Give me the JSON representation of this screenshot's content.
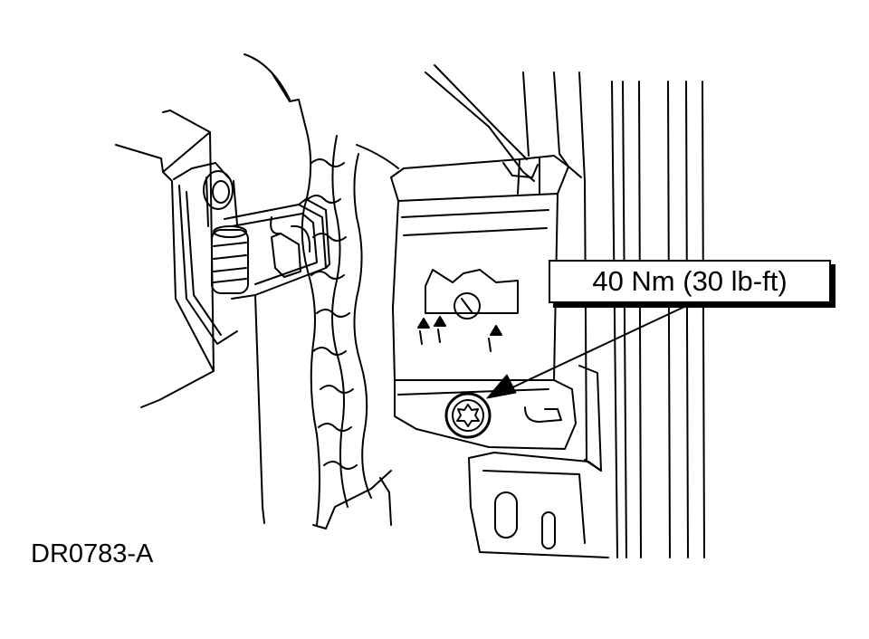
{
  "callout": {
    "torque_label": "40 Nm (30 lb-ft)"
  },
  "figure": {
    "id": "DR0783-A"
  },
  "colors": {
    "ink": "#000000",
    "paper": "#ffffff"
  },
  "icons": [
    "hinge-illustration",
    "torx-bolt-icon",
    "arrow-icon"
  ]
}
